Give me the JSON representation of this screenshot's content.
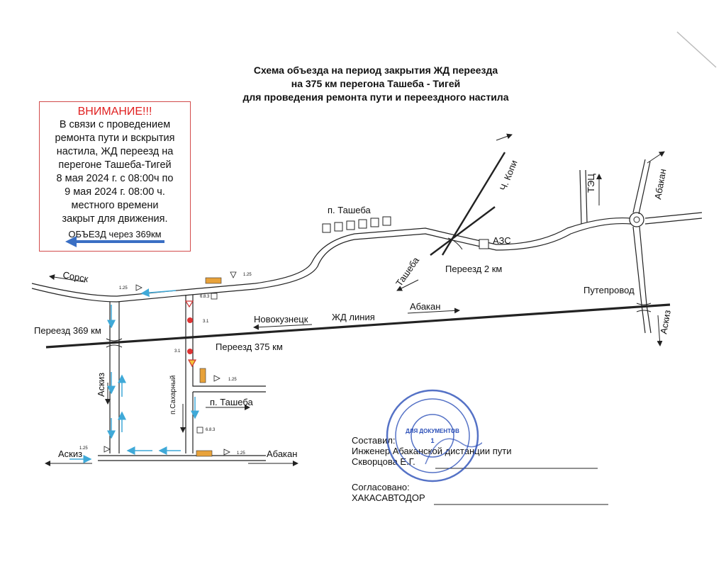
{
  "title": {
    "line1": "Схема объезда на период закрытия ЖД переезда",
    "line2": "на 375 км перегона Ташеба - Тигей",
    "line3": "для проведения ремонта пути и переездного настила"
  },
  "notice": {
    "heading": "ВНИМАНИЕ!!!",
    "lines": [
      "В связи с проведением",
      "ремонта пути и вскрытия",
      "настила, ЖД переезд на",
      "перегоне  Ташеба-Тигей",
      "8  мая 2024 г. с 08:00ч по",
      "9 мая 2024 г. 08:00 ч.",
      "местного времени",
      "закрыт для движения."
    ],
    "detour": "ОБЪЕЗД через 369км",
    "arrow_color": "#3a6fc4",
    "border_color": "#d24b4b"
  },
  "map": {
    "settlement_tasheba": "п. Ташеба",
    "to_ch_kopi": "Ч. Копи",
    "to_tets": "ТЭЦ",
    "to_abakan_ne": "Абакан",
    "gas_station": "АЗС",
    "to_tasheba": "Ташеба",
    "crossing_2": "Переезд 2 км",
    "overpass": "Путепровод",
    "to_askiz_e": "Аскиз",
    "to_sorsk": "Сорск",
    "crossing_369": "Переезд 369 км",
    "to_novokuznetsk": "Новокузнецк",
    "rail_line": "ЖД линия",
    "to_abakan_rail": "Абакан",
    "crossing_375": "Переезд 375 км",
    "to_askiz_v": "Аскиз",
    "settlement_sakharny": "п.Сахарный",
    "to_tasheba_2": "п. Ташеба",
    "to_askiz_bottom": "Аскиз",
    "to_abakan_bottom": "Абакан",
    "sign_125": "1.25",
    "sign_31": "3.1",
    "sign_683": "6.8.3",
    "sign_125b": "1.25",
    "sign_125c": "1.25",
    "sign_125d": "1.25",
    "sign_125e": "1.25",
    "sign_683b": "6.8.3",
    "sign_31b": "3.1",
    "detour_color": "#3fa9d8",
    "rail_color": "#222222"
  },
  "signatures": {
    "compiled_label": "Составил:",
    "engineer": "Инженер Абаканской дистанции пути",
    "name": "Скворцова Е.Г.",
    "agreed_label": "Согласовано:",
    "agency": "ХАКАСАВТОДОР",
    "stamp_text": "ДЛЯ ДОКУМЕНТОВ",
    "stamp_number": "1",
    "stamp_color": "#2b4fb8"
  }
}
